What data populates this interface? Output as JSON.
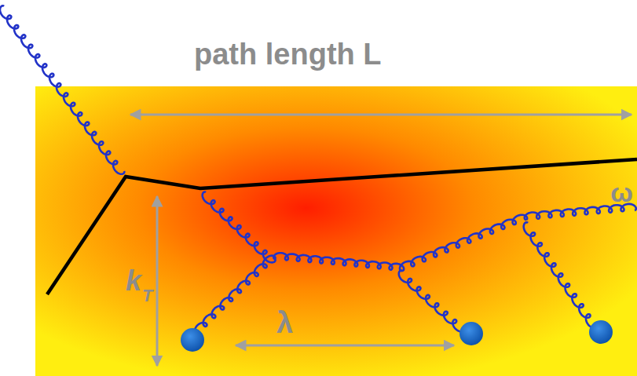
{
  "diagram": {
    "labels": [
      "path length L",
      "ω",
      "k",
      "T",
      "λ"
    ]
  }
}
